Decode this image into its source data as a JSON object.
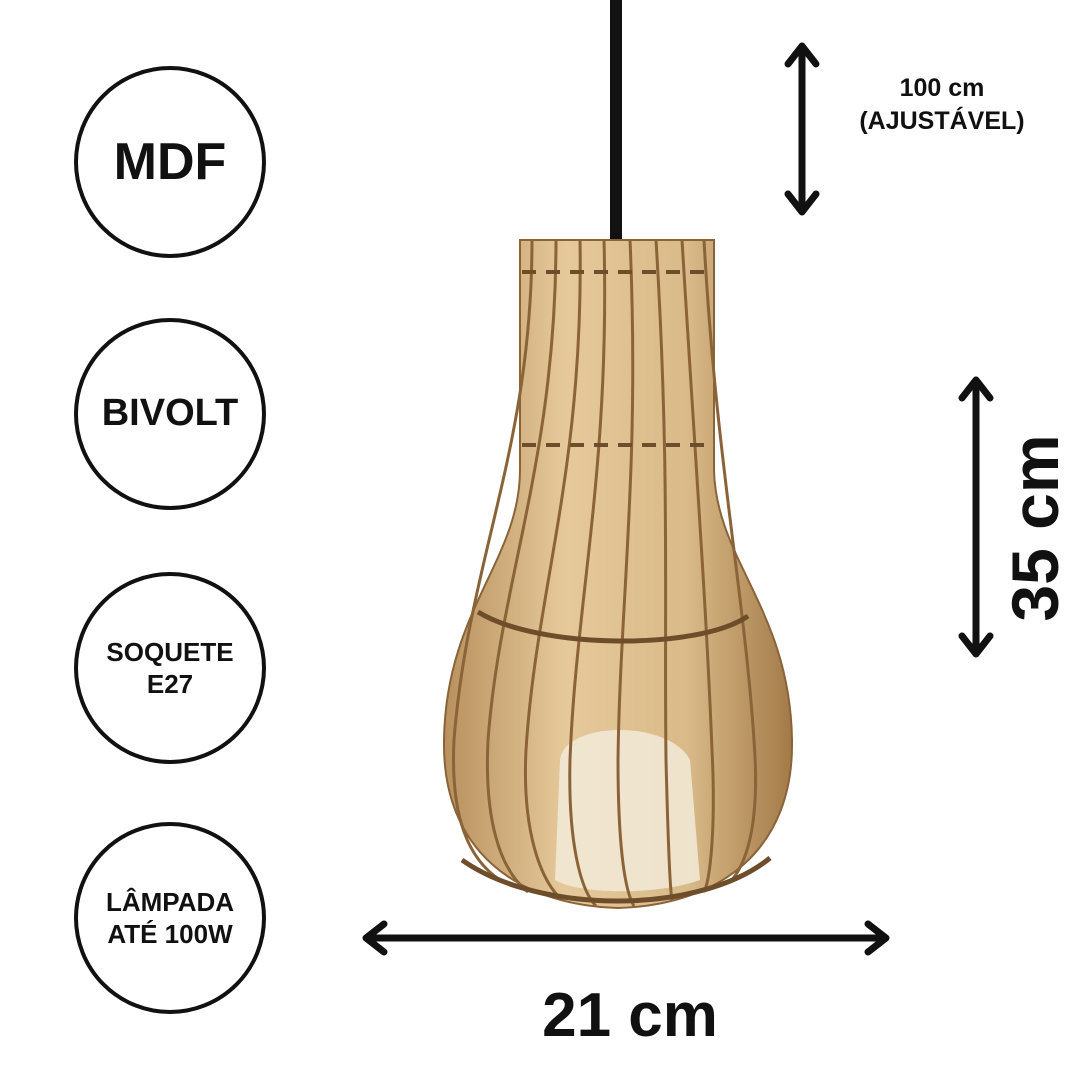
{
  "badges": [
    {
      "lines": [
        "MDF"
      ]
    },
    {
      "lines": [
        "BIVOLT"
      ]
    },
    {
      "lines": [
        "SOQUETE",
        "E27"
      ]
    },
    {
      "lines": [
        "LÂMPADA",
        "ATÉ 100W"
      ]
    }
  ],
  "dimensions": {
    "cord_length": [
      "100 cm",
      "(AJUSTÁVEL)"
    ],
    "height": "35 cm",
    "width": "21 cm"
  },
  "colors": {
    "wood_light": "#e6c99b",
    "wood_mid": "#d2b07c",
    "wood_dark": "#8a6438",
    "ink": "#111111"
  }
}
